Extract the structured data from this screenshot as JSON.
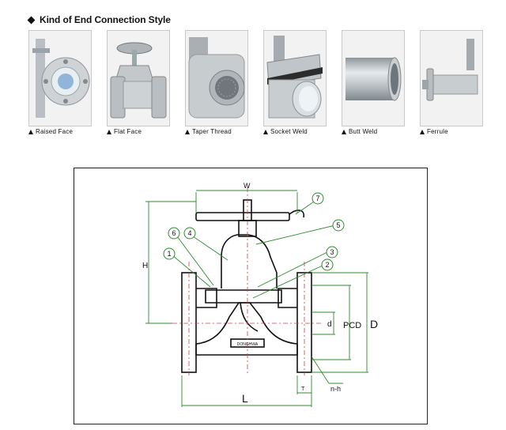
{
  "section": {
    "title": "Kind of End Connection Style"
  },
  "connections": [
    {
      "label": "Raised Face"
    },
    {
      "label": "Flat Face"
    },
    {
      "label": "Taper Thread"
    },
    {
      "label": "Socket Weld"
    },
    {
      "label": "Butt Weld"
    },
    {
      "label": "Ferrule"
    }
  ],
  "drawing": {
    "brand": "DONGHWA",
    "dims": {
      "w": "W",
      "h": "H",
      "l": "L",
      "pcd": "PCD",
      "d_small": "d",
      "d_large": "D",
      "t": "T",
      "nh": "n-h"
    },
    "callouts": [
      "1",
      "2",
      "3",
      "4",
      "5",
      "6",
      "7"
    ],
    "colors": {
      "dimension": "#2e8b2e",
      "outline": "#111111",
      "center": "#d04050"
    }
  }
}
